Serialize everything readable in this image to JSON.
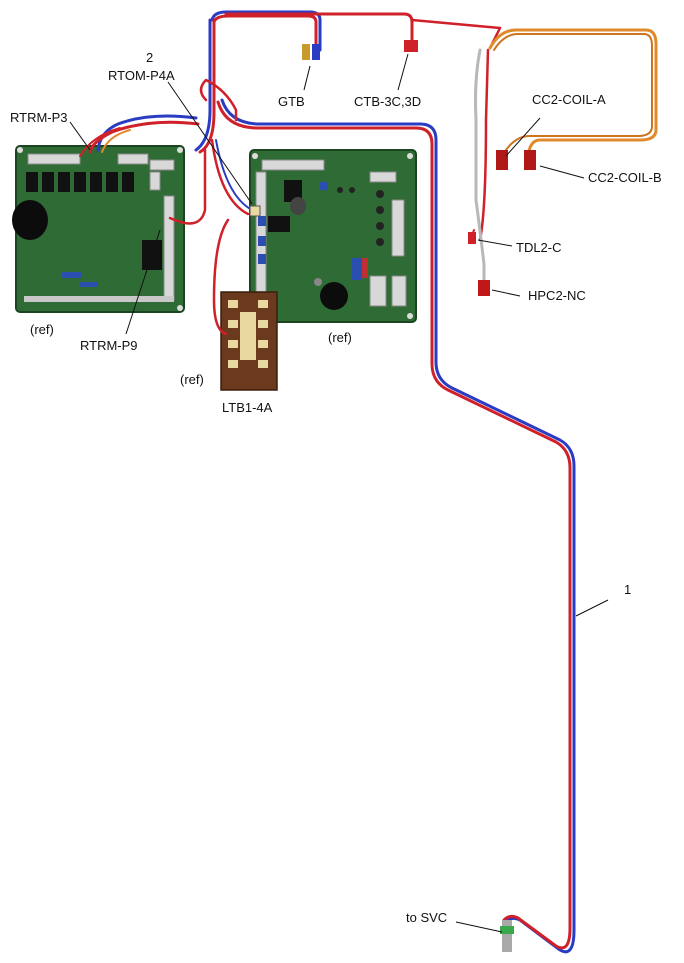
{
  "labels": {
    "item_2": "2",
    "rtom": "RTOM-P4A",
    "rtrm_p3": "RTRM-P3",
    "gtb": "GTB",
    "ctb": "CTB-3C,3D",
    "cc2_coil_a": "CC2-COIL-A",
    "cc2_coil_b": "CC2-COIL-B",
    "tdl2": "TDL2-C",
    "hpc2": "HPC2-NC",
    "rtrm_p9": "RTRM-P9",
    "ref_left": "(ref)",
    "ref_mid": "(ref)",
    "ref_ltb": "(ref)",
    "ltb": "LTB1-4A",
    "item_1": "1",
    "to_svc": "to SVC"
  },
  "colors": {
    "board_green": "#2f6b35",
    "wire_red": "#d0202a",
    "wire_blue": "#2a3bc4",
    "wire_orange": "#e08a2c",
    "wire_gray": "#b8b8b8",
    "terminal_board": "#6b3a1e"
  }
}
